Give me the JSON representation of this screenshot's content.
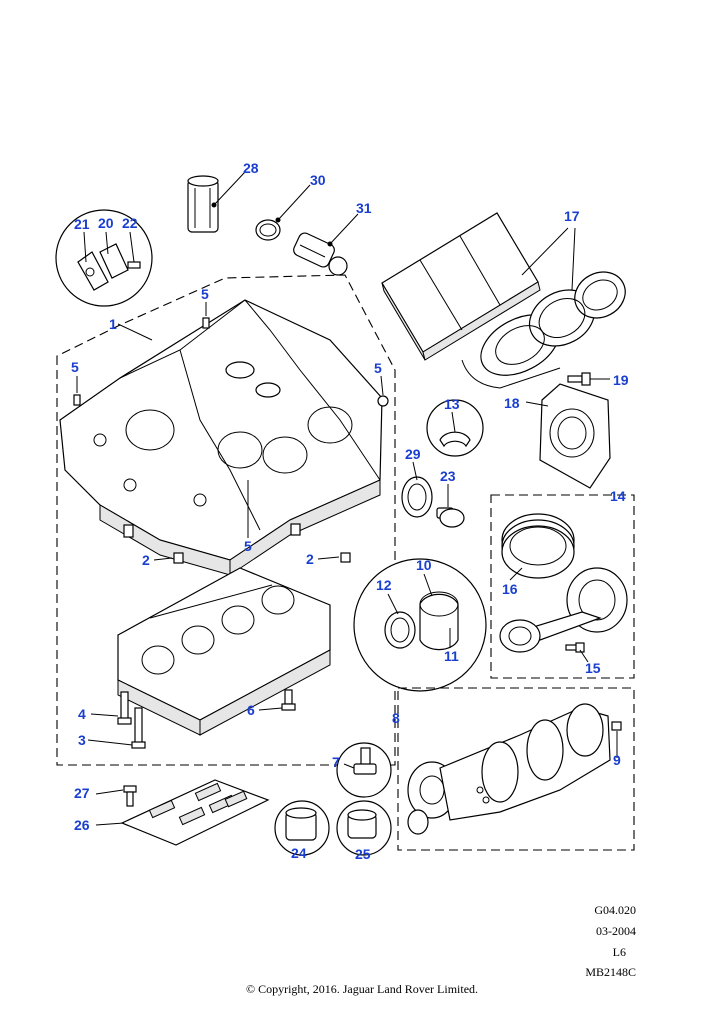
{
  "callouts": [
    {
      "id": "28",
      "text": "28"
    },
    {
      "id": "30",
      "text": "30"
    },
    {
      "id": "31",
      "text": "31"
    },
    {
      "id": "17",
      "text": "17"
    },
    {
      "id": "21",
      "text": "21"
    },
    {
      "id": "20",
      "text": "20"
    },
    {
      "id": "22",
      "text": "22"
    },
    {
      "id": "5a",
      "text": "5"
    },
    {
      "id": "1",
      "text": "1"
    },
    {
      "id": "5b",
      "text": "5"
    },
    {
      "id": "5c",
      "text": "5"
    },
    {
      "id": "19",
      "text": "19"
    },
    {
      "id": "18",
      "text": "18"
    },
    {
      "id": "13",
      "text": "13"
    },
    {
      "id": "29",
      "text": "29"
    },
    {
      "id": "23",
      "text": "23"
    },
    {
      "id": "14",
      "text": "14"
    },
    {
      "id": "5d",
      "text": "5"
    },
    {
      "id": "2a",
      "text": "2"
    },
    {
      "id": "2b",
      "text": "2"
    },
    {
      "id": "10",
      "text": "10"
    },
    {
      "id": "12",
      "text": "12"
    },
    {
      "id": "16",
      "text": "16"
    },
    {
      "id": "11",
      "text": "11"
    },
    {
      "id": "15",
      "text": "15"
    },
    {
      "id": "4",
      "text": "4"
    },
    {
      "id": "6",
      "text": "6"
    },
    {
      "id": "3",
      "text": "3"
    },
    {
      "id": "8",
      "text": "8"
    },
    {
      "id": "7",
      "text": "7"
    },
    {
      "id": "9",
      "text": "9"
    },
    {
      "id": "27",
      "text": "27"
    },
    {
      "id": "26",
      "text": "26"
    },
    {
      "id": "24",
      "text": "24"
    },
    {
      "id": "25",
      "text": "25"
    }
  ],
  "reference": {
    "code": "G04.020",
    "date": "03-2004",
    "engine": "L6",
    "illustration": "MB2148C"
  },
  "copyright": "© Copyright, 2016. Jaguar Land Rover Limited."
}
